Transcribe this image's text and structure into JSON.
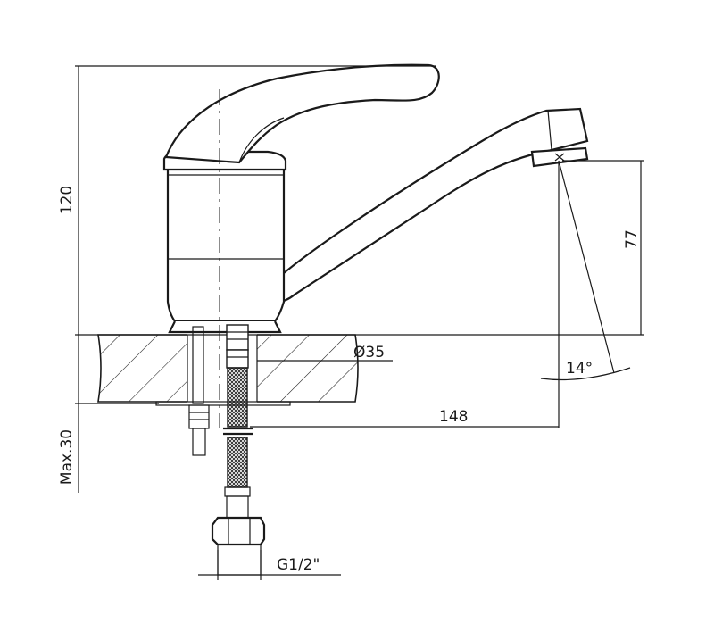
{
  "dimensions": {
    "height_total": "120",
    "spout_height": "77",
    "base_diameter": "Ø35",
    "spout_angle": "14°",
    "spout_reach": "148",
    "max_thickness": "Max.30",
    "thread": "G1/2\""
  }
}
